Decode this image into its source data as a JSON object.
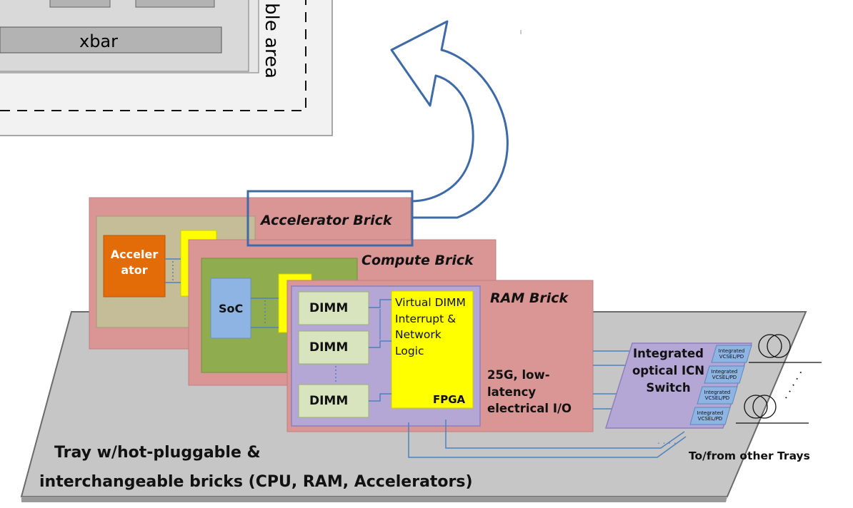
{
  "top_panel": {
    "xbar_label": "xbar",
    "reconfigurable_label": "ble area"
  },
  "accelerator_brick": {
    "title": "Accelerator Brick",
    "accelerator_label": "Acceler ator"
  },
  "compute_brick": {
    "title": "Compute Brick",
    "soc_label": "SoC"
  },
  "ram_brick": {
    "title": "RAM Brick",
    "dimm_labels": [
      "DIMM",
      "DIMM",
      "DIMM"
    ],
    "fpga_text": "Virtual DIMM Interrupt & Network Logic",
    "fpga_label": "FPGA",
    "io_label": "25G, low-latency electrical I/O"
  },
  "switch": {
    "label": "Integrated optical ICN Switch",
    "vcsel_labels": [
      "Integrated VCSEL/PD",
      "Integrated VCSEL/PD",
      "Integrated VCSEL/PD",
      "Integrated VCSEL/PD"
    ]
  },
  "tray": {
    "caption_line1": "Tray w/hot-pluggable &",
    "caption_line2": "interchangeable bricks (CPU, RAM,  Accelerators)",
    "other_trays": "To/from other Trays"
  },
  "colors": {
    "tray": "#c8c8c8",
    "brick": "#d99694",
    "accelerator_inner": "#c4bd97",
    "compute_inner": "#8fad4f",
    "ram_inner": "#b4a7d6",
    "fpga": "#ffff00",
    "dimm": "#d7e4bd",
    "soc": "#8db4e2",
    "accelerator": "#e36c09",
    "arrow_stroke": "#3e6aa8",
    "highlight": "#3e6aa8"
  }
}
